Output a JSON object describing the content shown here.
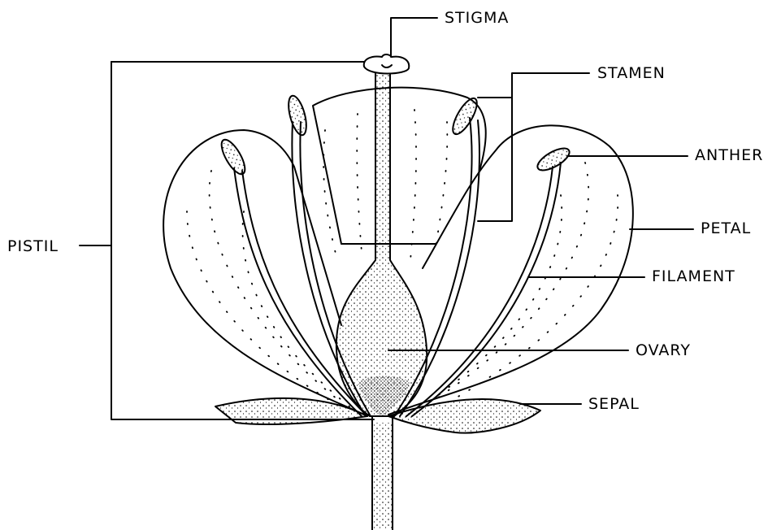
{
  "labels": {
    "stigma": "STIGMA",
    "stamen": "STAMEN",
    "anther": "ANTHER",
    "petal": "PETAL",
    "filament": "FILAMENT",
    "ovary": "OVARY",
    "sepal": "SEPAL",
    "pistil": "PISTIL"
  },
  "colors": {
    "ink": "#000000",
    "background": "#ffffff"
  }
}
